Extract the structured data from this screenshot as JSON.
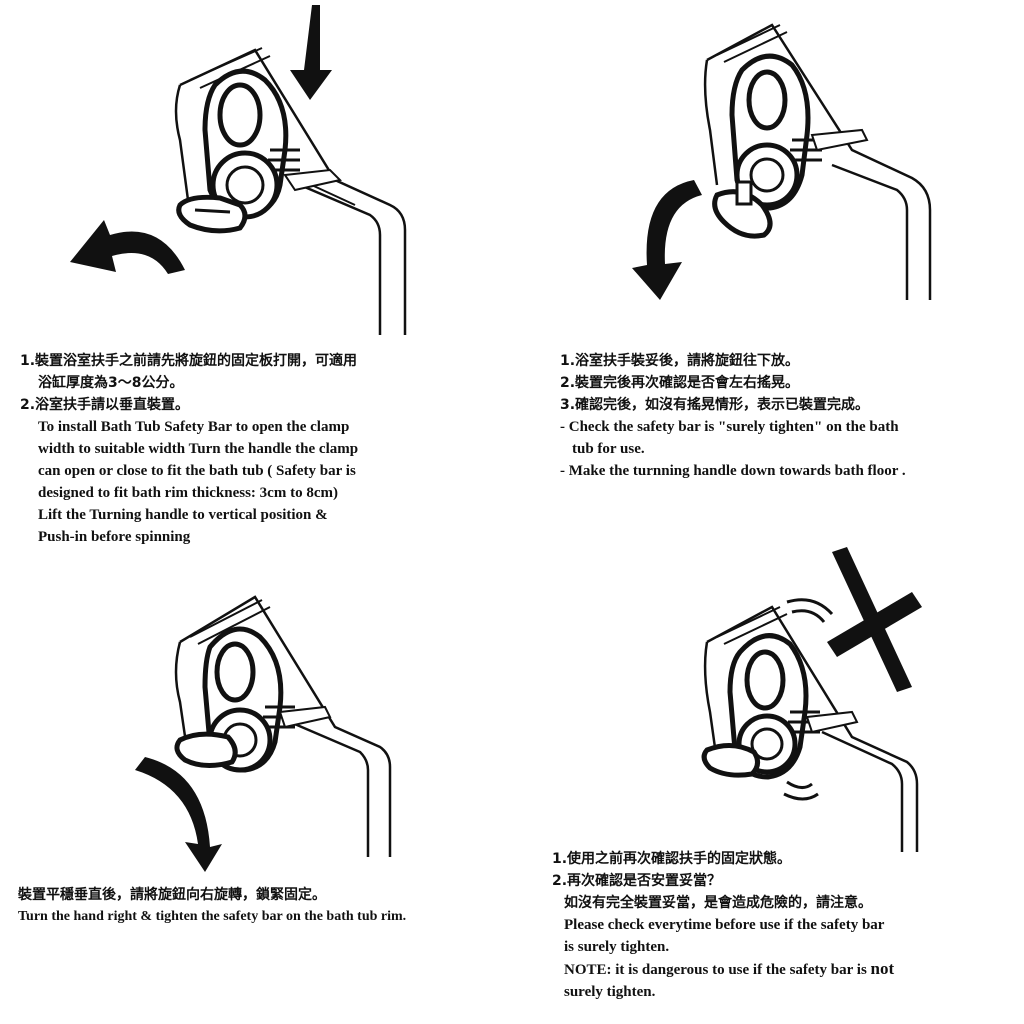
{
  "panel1": {
    "lines": [
      "1.裝置浴室扶手之前請先將旋鈕的固定板打開，可適用",
      "浴缸厚度為3～8公分。",
      "2.浴室扶手請以垂直裝置。",
      "To install Bath Tub Safety Bar to open the clamp",
      "width to suitable width Turn the handle the clamp",
      "can open or close to fit the bath tub ( Safety bar is",
      "designed to fit bath rim thickness: 3cm to 8cm)",
      "Lift the Turning handle to vertical position &",
      "Push-in before spinning"
    ]
  },
  "panel2": {
    "lines": [
      "1.浴室扶手裝妥後，請將旋鈕往下放。",
      "2.裝置完後再次確認是否會左右搖晃。",
      "3.確認完後，如沒有搖晃情形，表示已裝置完成。",
      "- Check the safety bar is \"surely tighten\" on the bath",
      "tub for use.",
      "- Make the turnning handle down towards bath floor ."
    ]
  },
  "panel3": {
    "lines": [
      "裝置平穩垂直後，請將旋鈕向右旋轉，鎖緊固定。",
      "Turn the hand right & tighten the safety bar on the bath tub rim."
    ]
  },
  "panel4": {
    "lines": [
      "1.使用之前再次確認扶手的固定狀態。",
      "2.再次確認是否安置妥當？",
      "如沒有完全裝置妥當，是會造成危險的，請注意。",
      "Please check everytime before use if the safety bar",
      "is surely tighten.",
      "NOTE: it is dangerous to use if the safety bar is",
      "not",
      "surely tighten."
    ]
  }
}
